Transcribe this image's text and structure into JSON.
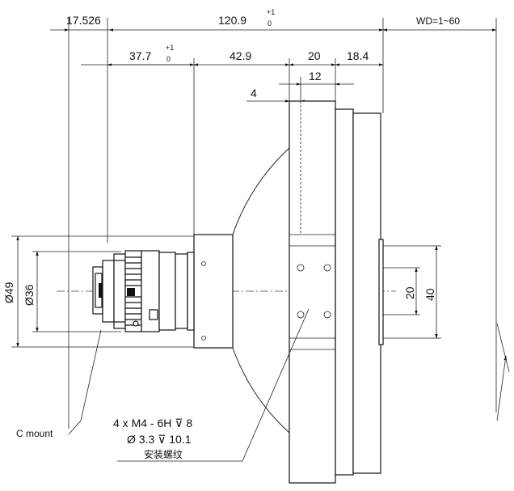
{
  "dimensions": {
    "mount_offset": "17.526",
    "total_length": "120.9",
    "total_tol_upper": "+1",
    "total_tol_lower": "0",
    "working_distance": "WD=1~60",
    "lens_length": "37.7",
    "lens_tol_upper": "+1",
    "lens_tol_lower": "0",
    "cone_length": "42.9",
    "flange_thickness": "20",
    "front_length": "18.4",
    "hole_offset": "12",
    "small_offset": "4",
    "dia_outer": "Ø49",
    "dia_inner": "Ø36",
    "hole_spacing_inner": "20",
    "hole_spacing_outer": "40"
  },
  "labels": {
    "c_mount": "C mount",
    "thread_spec": "4 x  M4 - 6H ⊽ 8",
    "hole_spec": "Ø 3.3 ⊽ 10.1",
    "thread_note": "安装螺纹"
  }
}
